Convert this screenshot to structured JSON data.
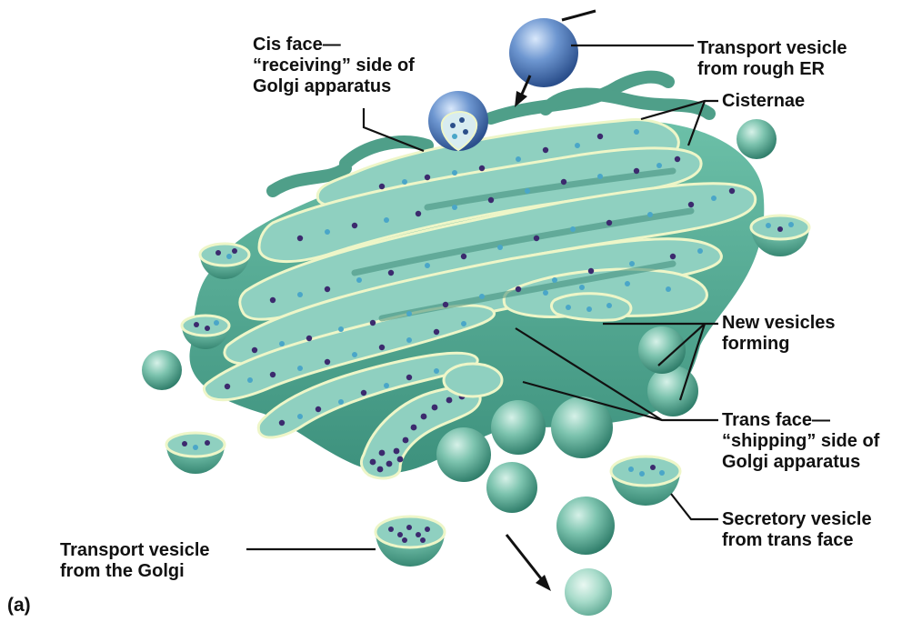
{
  "labels": {
    "cis_face": [
      "Cis face—",
      "“receiving” side of",
      "Golgi apparatus"
    ],
    "transport_vesicle_er": [
      "Transport vesicle",
      "from rough ER"
    ],
    "cisternae": [
      "Cisternae"
    ],
    "new_vesicles": [
      "New vesicles",
      "forming"
    ],
    "trans_face": [
      "Trans face—",
      "“shipping” side of",
      "Golgi apparatus"
    ],
    "secretory_vesicle": [
      "Secretory vesicle",
      "from trans face"
    ],
    "transport_vesicle_golgi": [
      "Transport vesicle",
      "from the Golgi"
    ]
  },
  "panel_label": "(a)",
  "colors": {
    "membrane": "#5fae9a",
    "membrane_dark": "#3f8c7a",
    "lumen": "#8ccfbf",
    "rim": "#eef6c8",
    "er_vesicle": "#4f7fbf",
    "cargo_dark": "#3c2a6e",
    "cargo_light": "#4aa6c8"
  }
}
